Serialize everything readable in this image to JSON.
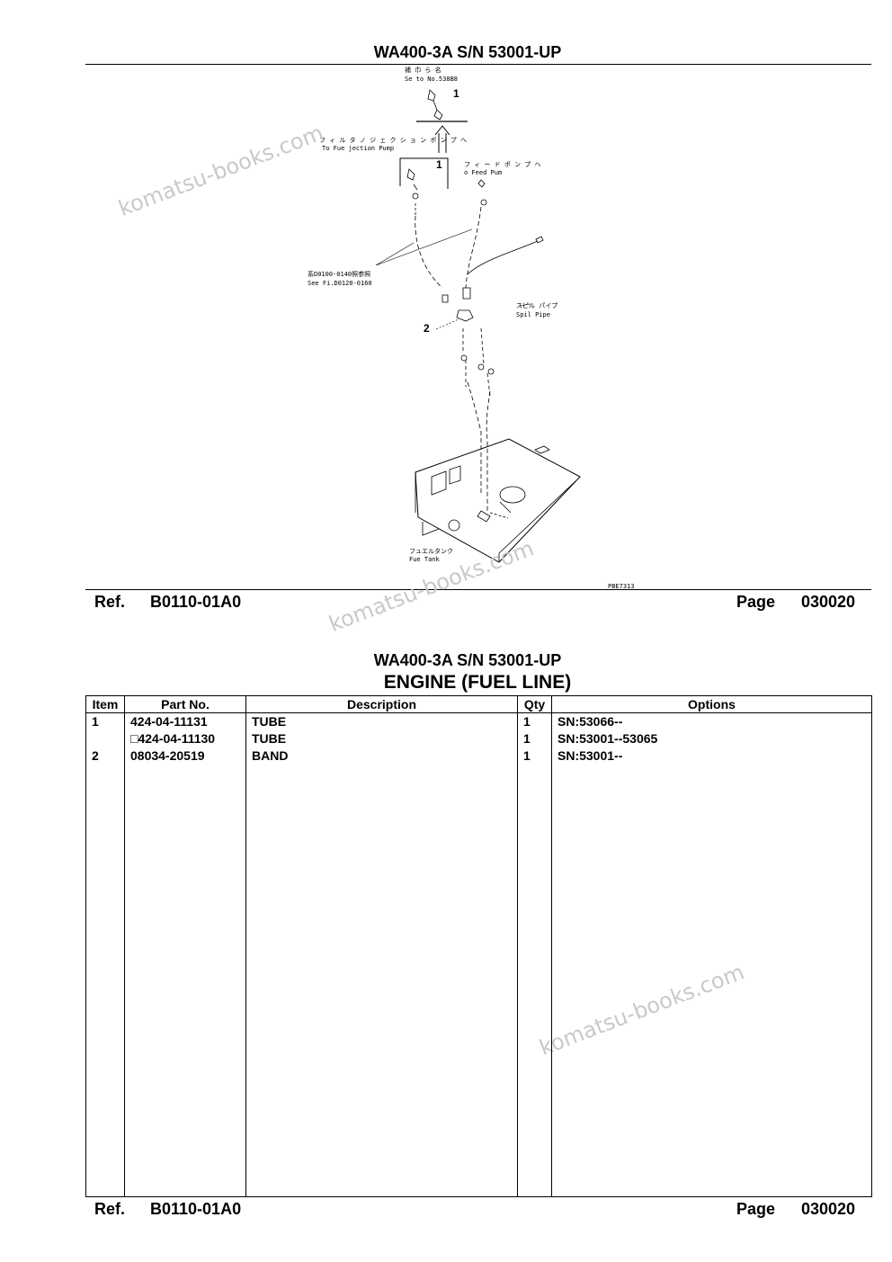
{
  "sheet1": {
    "title": "WA400-3A S/N 53001-UP",
    "ref_label": "Ref.",
    "ref_value": "B0110-01A0",
    "page_label": "Page",
    "page_value": "030020"
  },
  "drawing": {
    "callout_1a": "1",
    "callout_1b": "1",
    "callout_2": "2",
    "label_top_jp": "補 巾 ら 名",
    "label_top_en": "Se   to  No.538B8",
    "label_pump_jp": "フ ィ ル タ ノ ジ ェ ク シ ョ ン ポ ン プ へ",
    "label_pump_en": "To Fue    jection Pump",
    "label_feed_jp": "フ ィ ー ド ポ ン プ へ",
    "label_feed_en": "  o Feed Pum",
    "label_see_jp": "系D0100-0140照参照",
    "label_see_en": "See Fi.D0120-0160",
    "label_spill_jp": "スピル パイプ",
    "label_spill_en": "Spil  Pipe",
    "label_tank_jp": "フュエルタンク",
    "label_tank_en": "Fue  Tank",
    "drawing_no": "PBE7313"
  },
  "watermark": "komatsu-books.com",
  "sheet2": {
    "title": "WA400-3A S/N 53001-UP",
    "subtitle": "ENGINE (FUEL LINE)",
    "ref_label": "Ref.",
    "ref_value": "B0110-01A0",
    "page_label": "Page",
    "page_value": "030020"
  },
  "table": {
    "headers": {
      "item": "Item",
      "part_no": "Part No.",
      "description": "Description",
      "qty": "Qty",
      "options": "Options"
    },
    "rows": [
      {
        "item": "1",
        "part_no": "424-04-11131",
        "description": "TUBE",
        "qty": "1",
        "options": "SN:53066--"
      },
      {
        "item": "",
        "part_no": "□424-04-11130",
        "description": "TUBE",
        "qty": "1",
        "options": "SN:53001--53065"
      },
      {
        "item": "2",
        "part_no": "08034-20519",
        "description": "BAND",
        "qty": "1",
        "options": "SN:53001--"
      }
    ]
  }
}
